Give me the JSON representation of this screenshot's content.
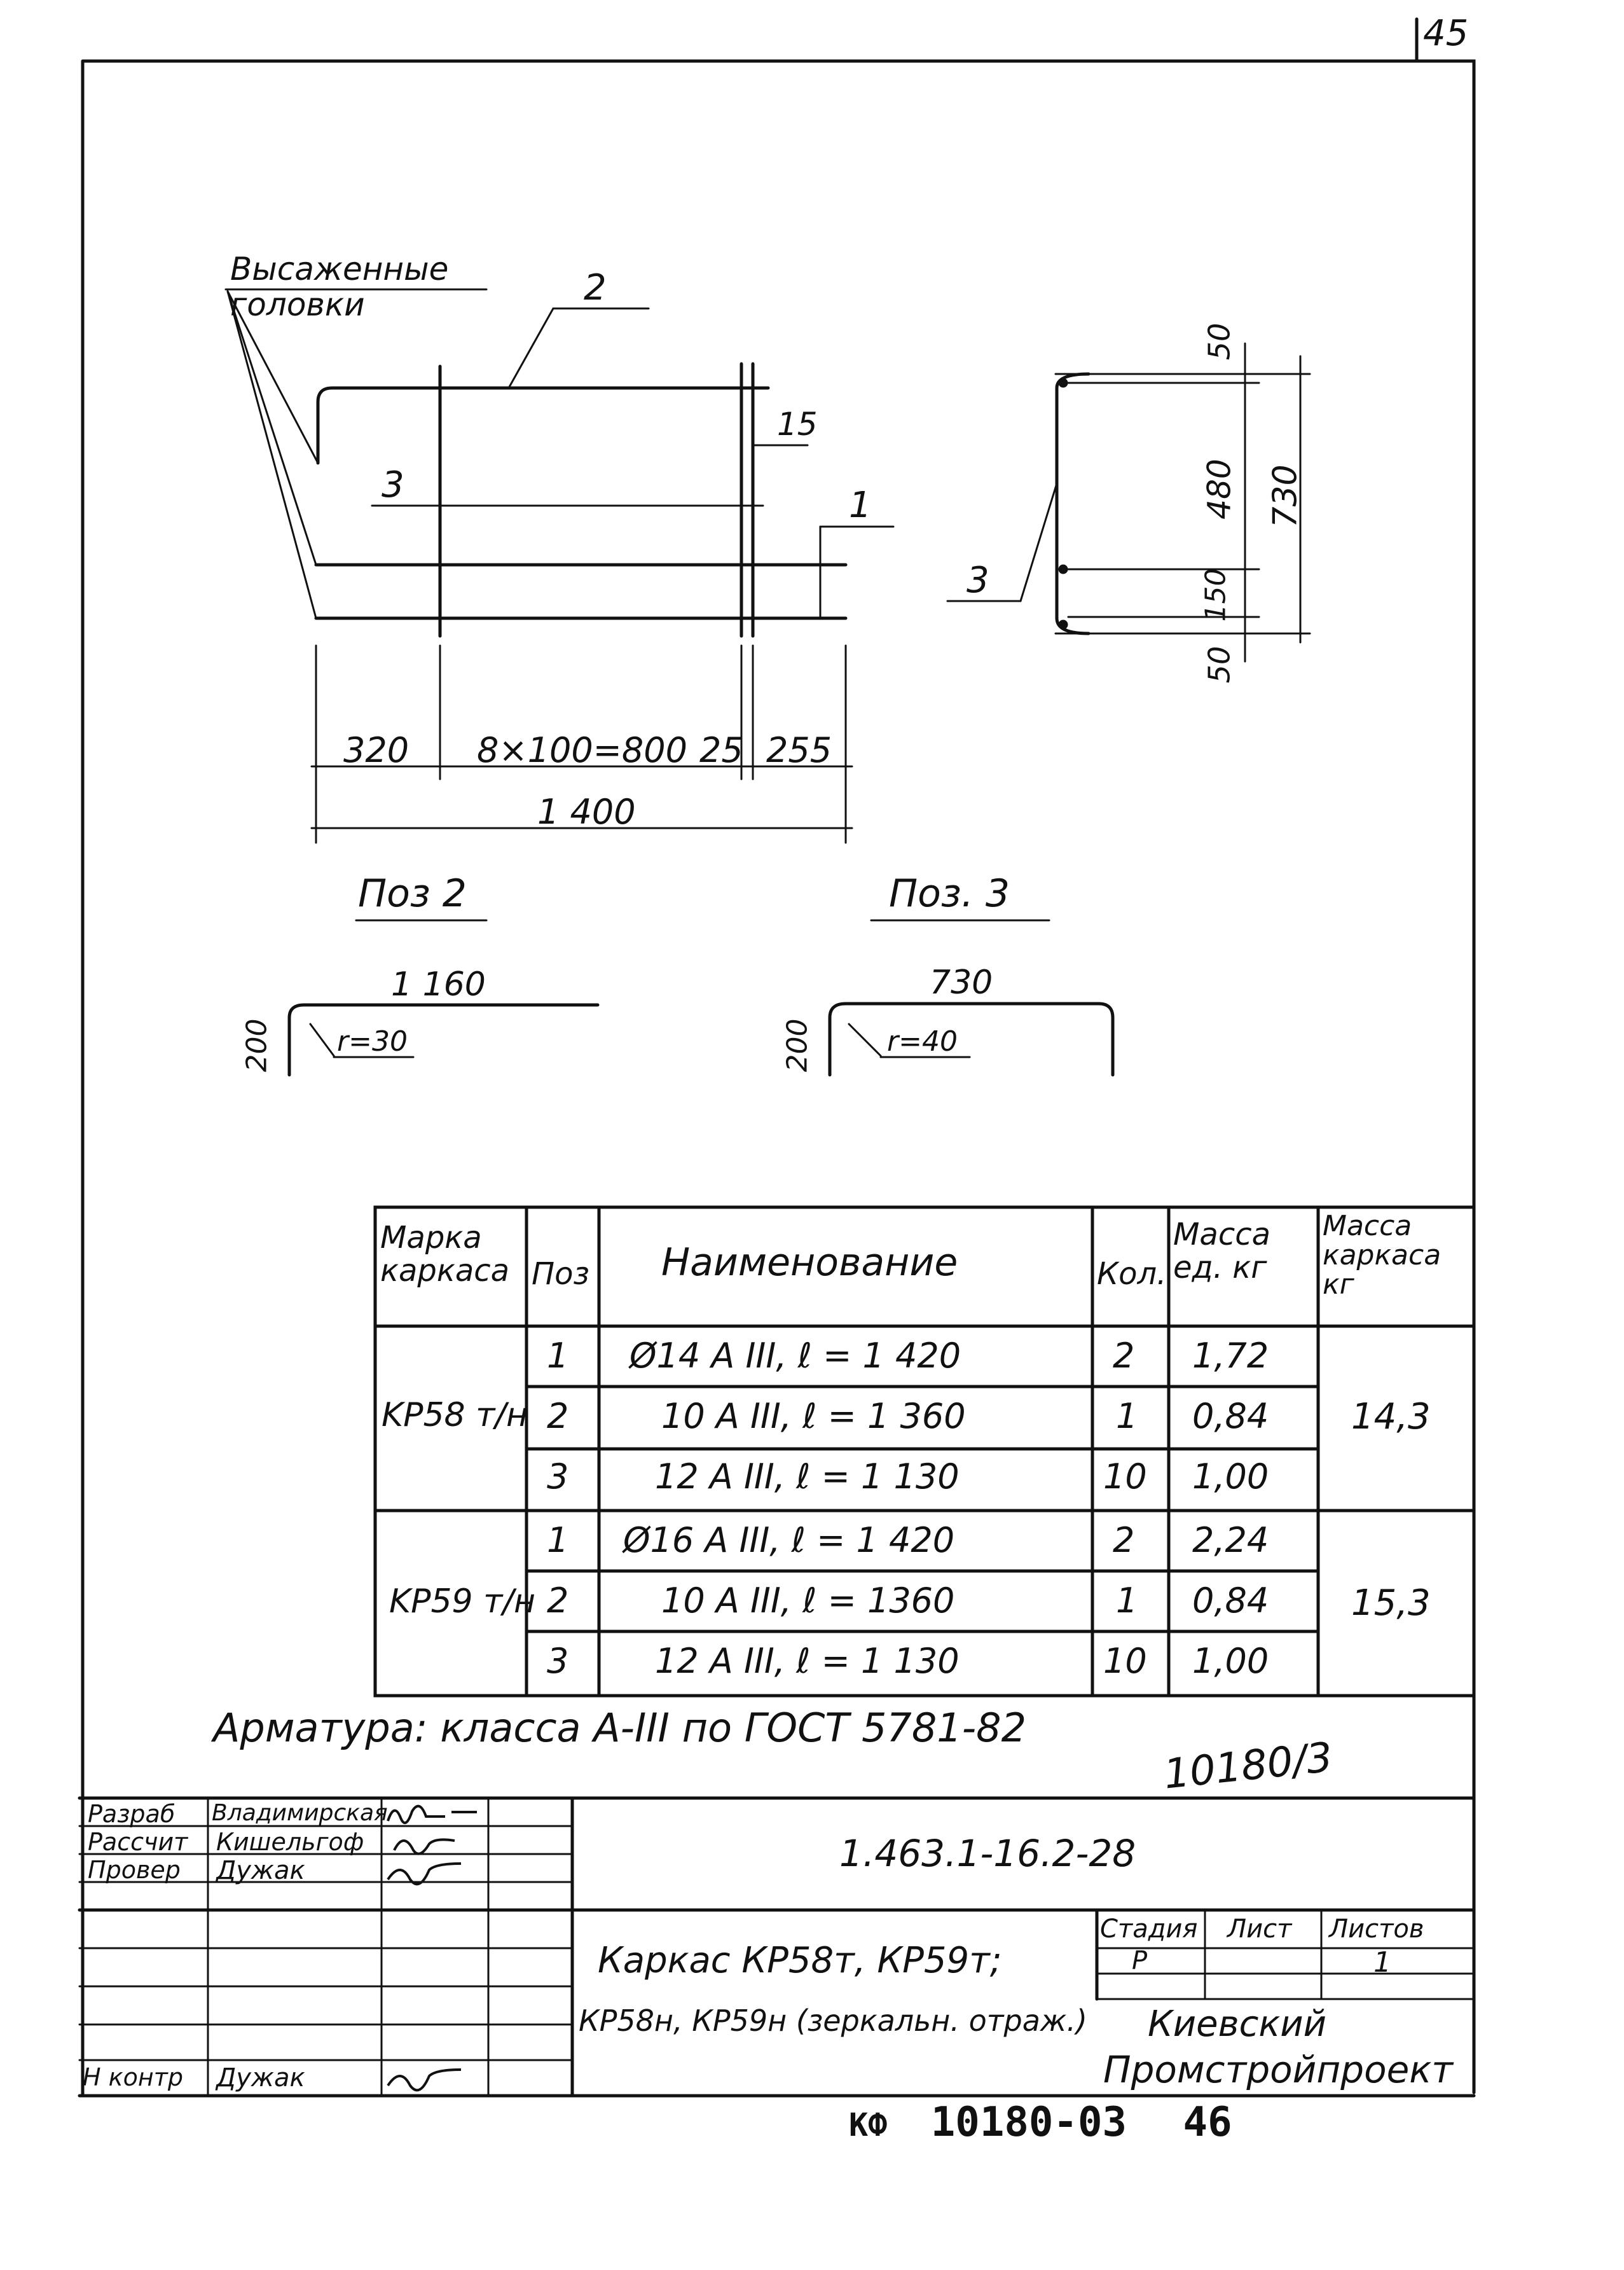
{
  "sheet_number": "45",
  "drawing1": {
    "callout_heads": "Высаженные головки",
    "pos_labels": [
      "2",
      "3",
      "1"
    ],
    "dim_15": "15",
    "dims_bottom": [
      "320",
      "8×100=800",
      "25",
      "255"
    ],
    "dim_total": "1 400"
  },
  "drawing2": {
    "pos_label": "3",
    "dims": [
      "50",
      "480",
      "150",
      "50"
    ],
    "dim_total": "730"
  },
  "details": {
    "poz2": {
      "title": "Поз 2",
      "length": "1 160",
      "height": "200",
      "radius": "r=30"
    },
    "poz3": {
      "title": "Поз. 3",
      "length": "730",
      "height": "200",
      "radius": "r=40"
    }
  },
  "spec_table": {
    "headers": [
      "Марка каркаса",
      "Поз",
      "Наименование",
      "Кол.",
      "Масса ед. кг",
      "Масса каркаса кг"
    ],
    "groups": [
      {
        "mark": "KP58 т/н",
        "mass_total": "14,3",
        "rows": [
          {
            "pos": "1",
            "name": "Ø14 A III, ℓ = 1 420",
            "qty": "2",
            "mass": "1,72"
          },
          {
            "pos": "2",
            "name": "10 A III, ℓ = 1 360",
            "qty": "1",
            "mass": "0,84"
          },
          {
            "pos": "3",
            "name": "12 A III, ℓ = 1 130",
            "qty": "10",
            "mass": "1,00"
          }
        ]
      },
      {
        "mark": "KP59 т/н",
        "mass_total": "15,3",
        "rows": [
          {
            "pos": "1",
            "name": "Ø16 A III, ℓ = 1 420",
            "qty": "2",
            "mass": "2,24"
          },
          {
            "pos": "2",
            "name": "10 A III, ℓ = 1360",
            "qty": "1",
            "mass": "0,84"
          },
          {
            "pos": "3",
            "name": "12 A III, ℓ = 1 130",
            "qty": "10",
            "mass": "1,00"
          }
        ]
      }
    ]
  },
  "note": "Арматура: класса A-III по ГОСТ 5781-82",
  "inventory_number": "10180/3",
  "title_block": {
    "roles": [
      "Разраб",
      "Рассчит",
      "Провер",
      "Н контр"
    ],
    "names": [
      "Владимирская",
      "Кишельгоф",
      "Дужак",
      "Дужак"
    ],
    "doc_code": "1.463.1-16.2-28",
    "title_line1": "Каркас КР58т, КР59т;",
    "title_line2": "КР58н, КР59н (зеркальн. отраж.)",
    "col_stage": "Стадия",
    "col_sheet": "Лист",
    "col_sheets": "Листов",
    "stage": "Р",
    "sheets": "1",
    "org_line1": "Киевский",
    "org_line2": "Промстройпроект"
  },
  "footer": {
    "prefix": "КФ",
    "code": "10180-03",
    "page": "46"
  }
}
